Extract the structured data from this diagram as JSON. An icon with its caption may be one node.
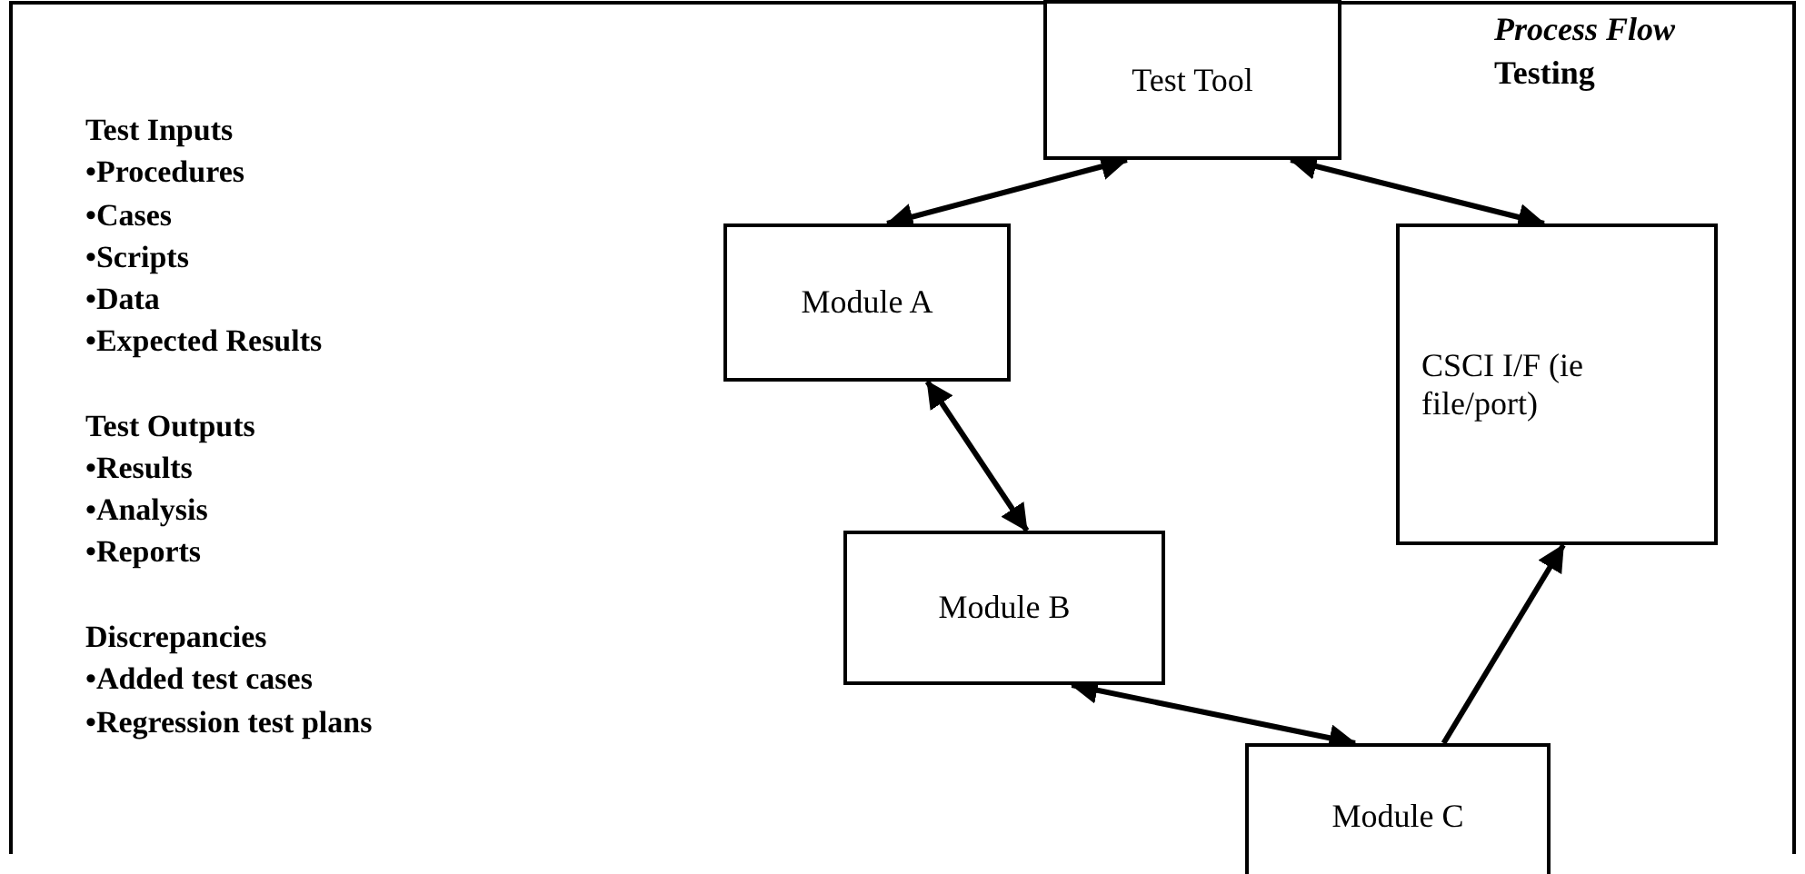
{
  "diagram": {
    "title": "*Process Flow* Testing",
    "nodes": [
      {
        "text": [
          "Test Tool"
        ]
      },
      {
        "text": [
          "Module A"
        ]
      },
      {
        "text": [
          "CSCI I/F (ie file/port)"
        ]
      },
      {
        "text": [
          "Module B"
        ]
      },
      {
        "text": [
          "Module C"
        ]
      }
    ],
    "edges": [
      {
        "from": 0,
        "to": 1,
        "arrow": "both"
      },
      {
        "from": 0,
        "to": 2,
        "arrow": "both"
      },
      {
        "from": 1,
        "to": 3,
        "arrow": "both"
      },
      {
        "from": 3,
        "to": 4,
        "arrow": "both"
      },
      {
        "from": 4,
        "to": 2,
        "arrow": "to"
      }
    ],
    "labels": [
      "Test Inputs",
      "•Procedures",
      "•Cases",
      "•Scripts",
      "•Data",
      "•Expected Results",
      "Test Outputs",
      "•Results",
      "•Analysis",
      "•Reports",
      "Discrepancies",
      "•Added test cases",
      "•Regression test plans"
    ]
  }
}
